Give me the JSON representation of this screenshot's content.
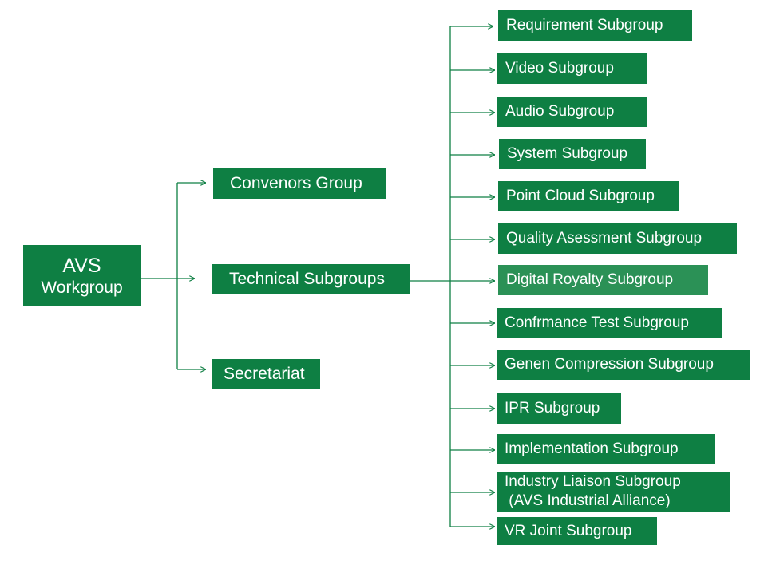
{
  "root": {
    "line1": "AVS",
    "line2": "Workgroup"
  },
  "groups": [
    {
      "label": "Convenors Group"
    },
    {
      "label": "Technical Subgroups"
    },
    {
      "label": "Secretariat"
    }
  ],
  "subgroups": [
    {
      "label": "Requirement Subgroup"
    },
    {
      "label": "Video Subgroup"
    },
    {
      "label": "Audio Subgroup"
    },
    {
      "label": "System Subgroup"
    },
    {
      "label": "Point Cloud Subgroup"
    },
    {
      "label": "Quality Asessment Subgroup"
    },
    {
      "label": "Digital Royalty Subgroup"
    },
    {
      "label": "Confrmance Test Subgroup"
    },
    {
      "label": "Genen Compression Subgroup"
    },
    {
      "label": "IPR Subgroup"
    },
    {
      "label": "Implementation Subgroup"
    },
    {
      "label": "Industry Liaison Subgroup",
      "label2": " (AVS Industrial Alliance)"
    },
    {
      "label": "VR Joint Subgroup"
    }
  ],
  "colors": {
    "box": "#0e7f43",
    "box_highlight": "#2b9156",
    "connector": "#0e7f43",
    "text": "#ffffff"
  }
}
